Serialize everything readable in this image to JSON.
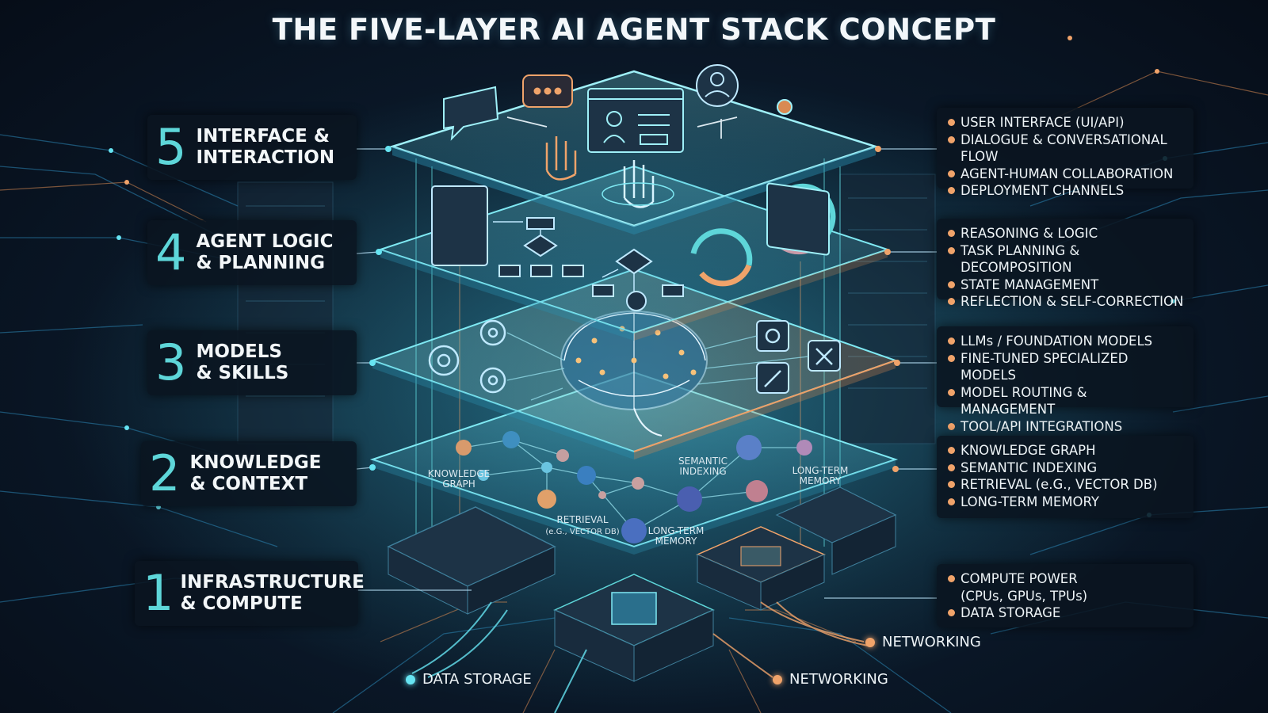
{
  "title": "THE FIVE-LAYER AI AGENT STACK CONCEPT",
  "colors": {
    "accent_cyan": "#5ed6d9",
    "accent_orange": "#f0a36a",
    "background": "#0b1a2b"
  },
  "layers": [
    {
      "number": "5",
      "name": "INTERFACE &\nINTERACTION",
      "features": [
        "USER INTERFACE (UI/API)",
        "DIALOGUE & CONVERSATIONAL FLOW",
        "AGENT-HUMAN COLLABORATION",
        "DEPLOYMENT CHANNELS"
      ]
    },
    {
      "number": "4",
      "name": "AGENT LOGIC\n& PLANNING",
      "features": [
        "REASONING & LOGIC",
        "TASK PLANNING & DECOMPOSITION",
        "STATE MANAGEMENT",
        "REFLECTION & SELF-CORRECTION"
      ]
    },
    {
      "number": "3",
      "name": "MODELS\n& SKILLS",
      "features": [
        "LLMs / FOUNDATION MODELS",
        "FINE-TUNED SPECIALIZED MODELS",
        "MODEL ROUTING & MANAGEMENT",
        "TOOL/API INTEGRATIONS"
      ]
    },
    {
      "number": "2",
      "name": "KNOWLEDGE\n& CONTEXT",
      "features": [
        "KNOWLEDGE GRAPH",
        "SEMANTIC INDEXING",
        "RETRIEVAL (e.G., VECTOR DB)",
        "LONG-TERM MEMORY"
      ]
    },
    {
      "number": "1",
      "name": "INFRASTRUCTURE\n& COMPUTE",
      "features": [
        "COMPUTE POWER\n(CPUs, GPUs, TPUs)",
        "DATA STORAGE"
      ]
    }
  ],
  "diagram_labels": {
    "knowledge_graph": "KNOWLEDGE\nGRAPH",
    "semantic_indexing": "SEMANTIC\nINDEXING",
    "long_term_memory_right": "LONG-TERM\nMEMORY",
    "retrieval": "RETRIEVAL",
    "retrieval_sub": "(e.G., VECTOR DB)",
    "long_term_memory_center": "LONG-TERM\nMEMORY"
  },
  "bottom_labels": {
    "data_storage": "DATA STORAGE",
    "networking_center": "NETWORKING",
    "networking_right": "NETWORKING"
  }
}
